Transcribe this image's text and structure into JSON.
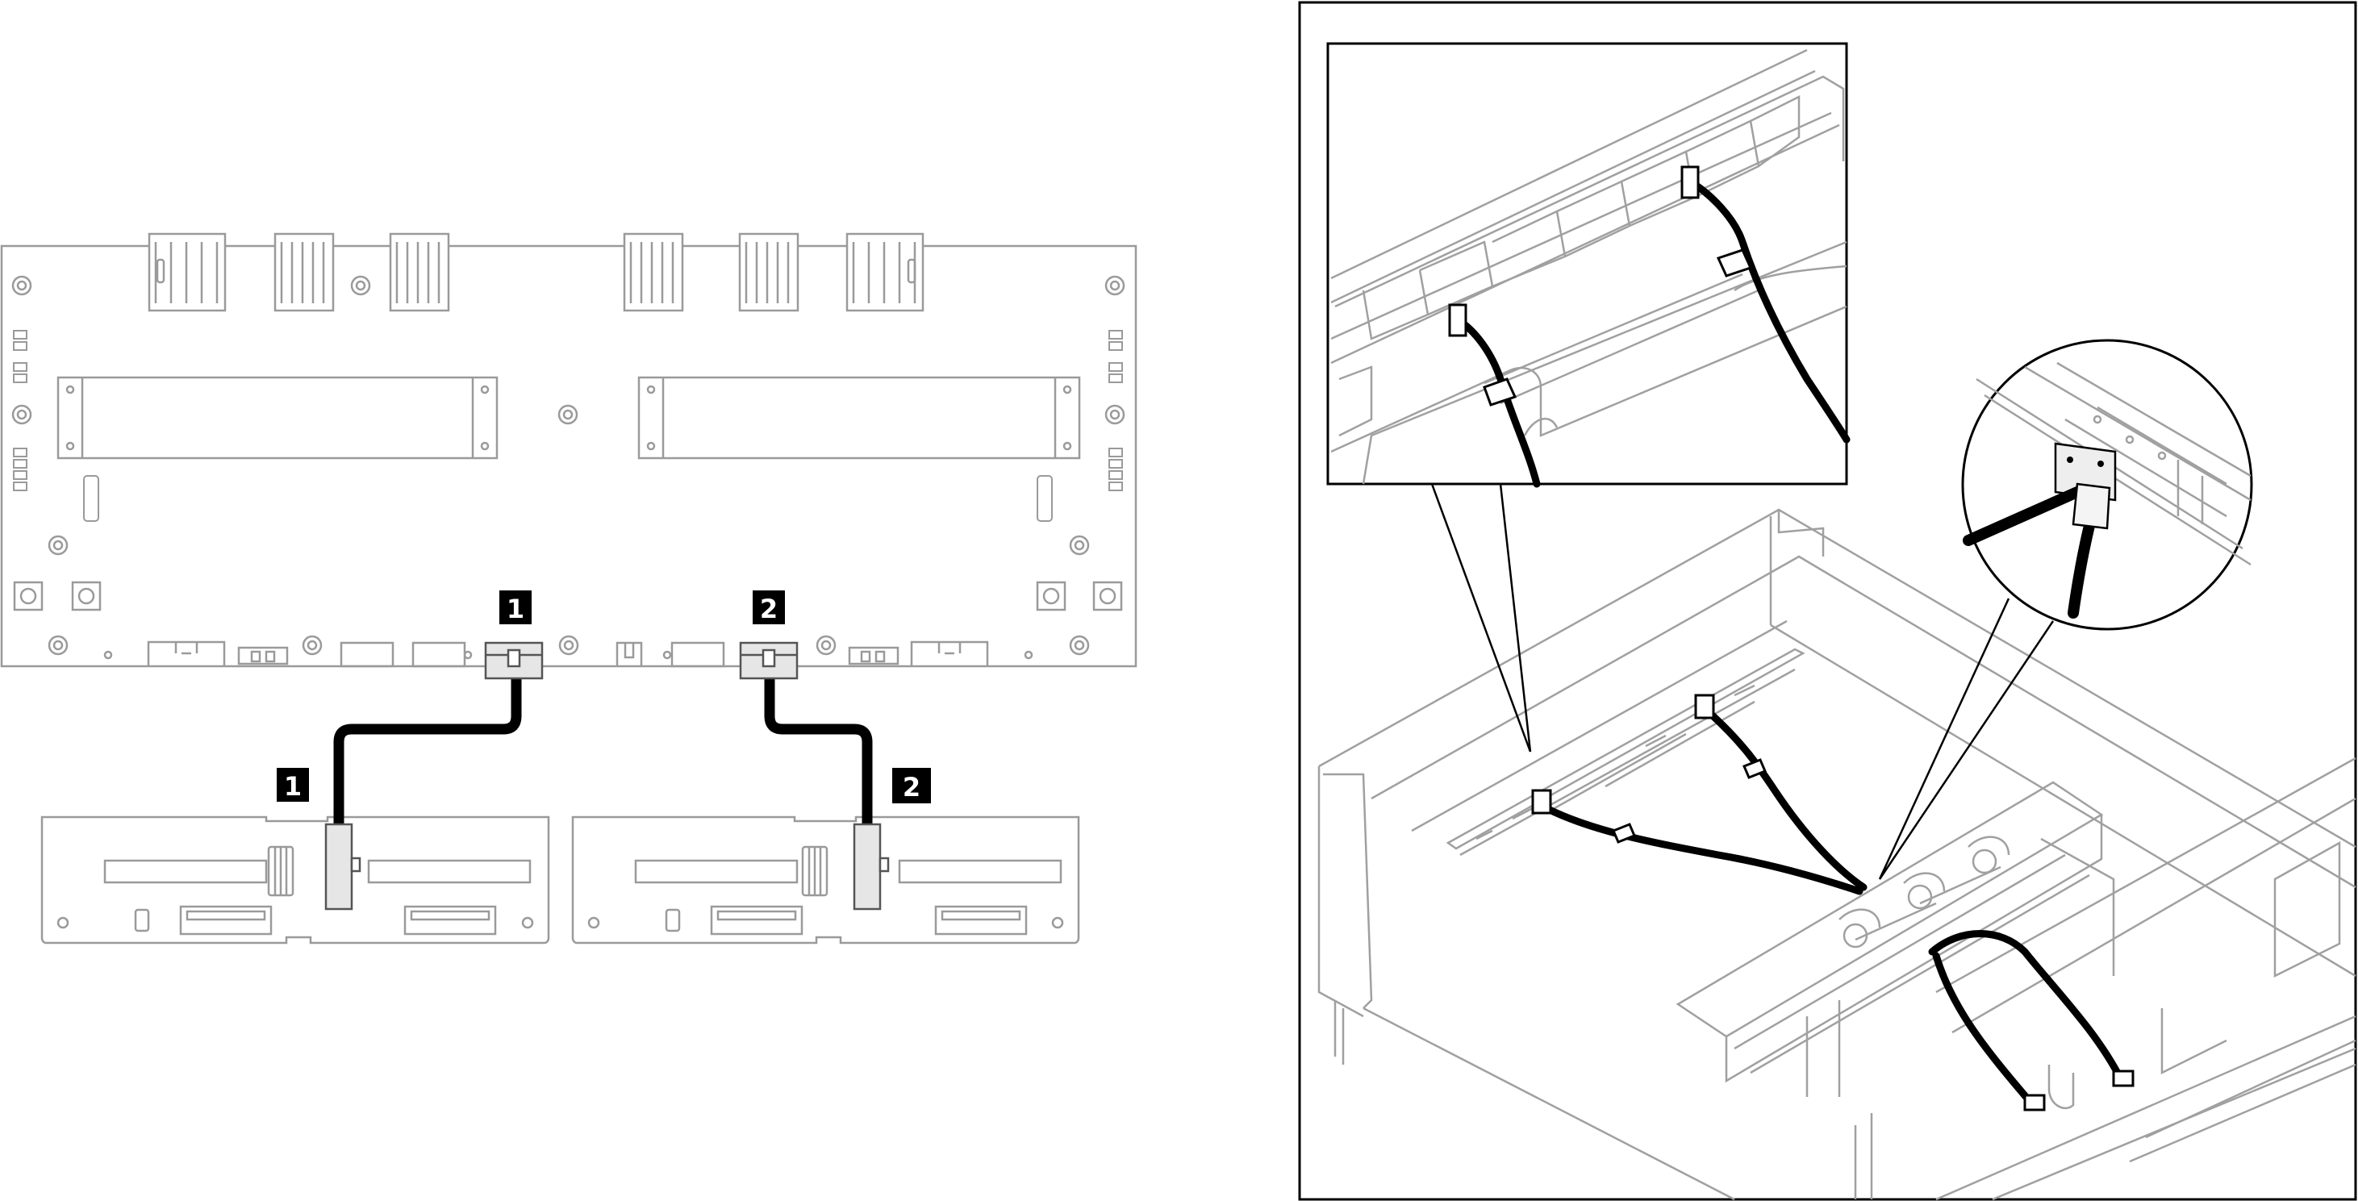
{
  "callouts": [
    {
      "text": "1"
    },
    {
      "text": "2"
    },
    {
      "text": "1"
    },
    {
      "text": "2"
    }
  ],
  "colors": {
    "line": "#9a9a9a",
    "ink": "#000000",
    "paper": "#ffffff",
    "part_fill": "#f2f2f2",
    "frame": "#000000"
  },
  "icons": [
    "connector-icon",
    "cable-clip-icon",
    "cable-icon",
    "magnifier-circle-icon"
  ]
}
